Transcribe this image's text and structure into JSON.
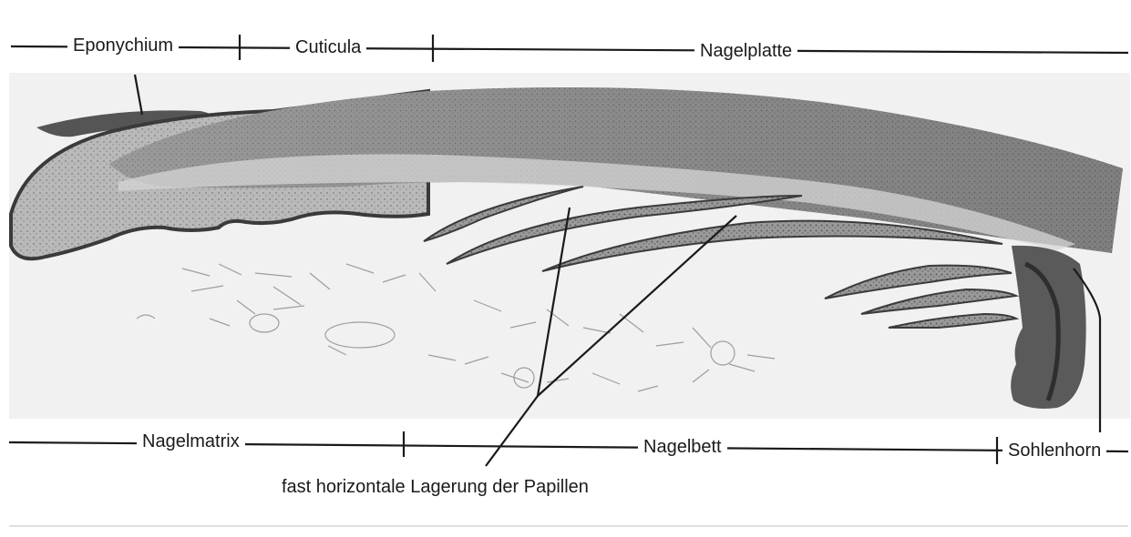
{
  "figure": {
    "top_labels": {
      "eponychium": "Eponychium",
      "cuticula": "Cuticula",
      "nagelplatte": "Nagelplatte"
    },
    "bottom_labels": {
      "nagelmatrix": "Nagelmatrix",
      "nagelbett": "Nagelbett",
      "sohlenhorn": "Sohlenhorn"
    },
    "caption": "fast horizontale Lagerung der Papillen",
    "colors": {
      "tissue_dark": "#4a4a4a",
      "tissue_mid": "#8a8a8a",
      "tissue_light": "#c9c9c9",
      "background_scan": "#f2f2f2",
      "line": "#1a1a1a"
    }
  }
}
